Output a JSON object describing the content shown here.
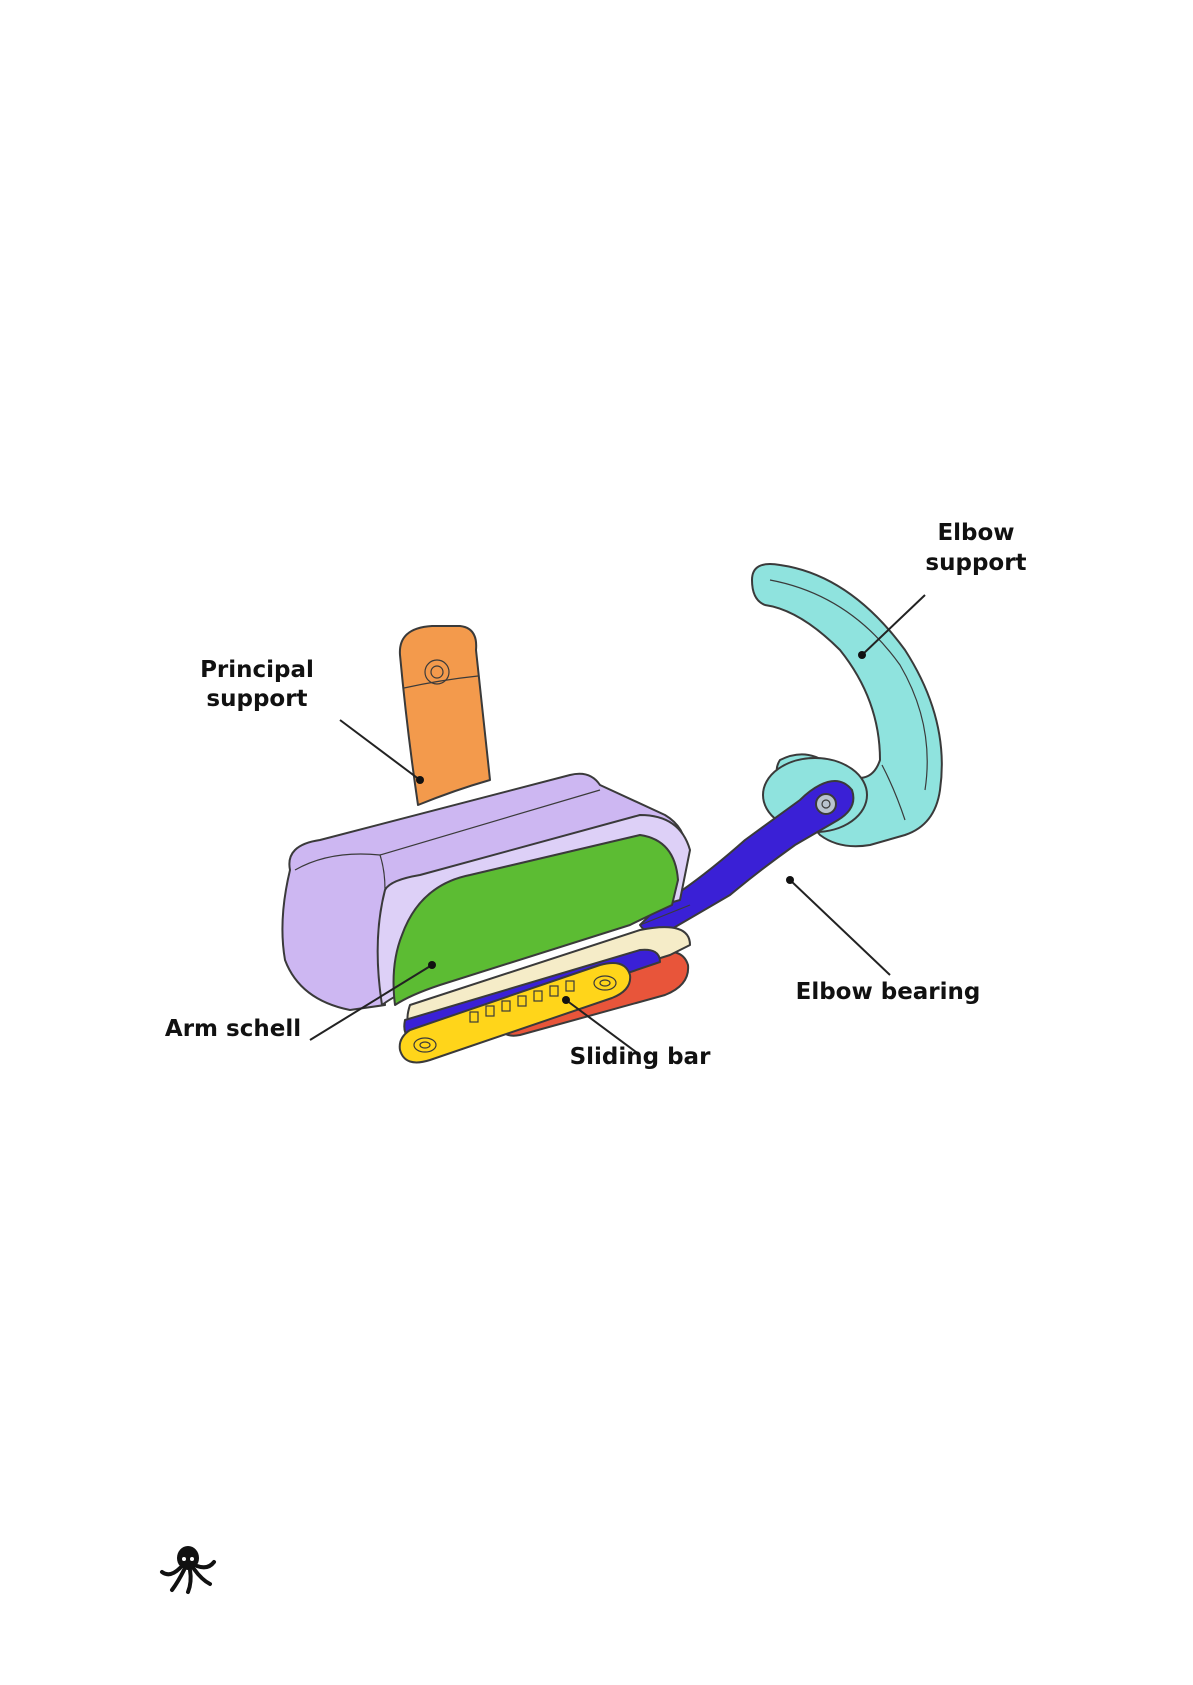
{
  "labels": {
    "elbow_support_line1": "Elbow",
    "elbow_support_line2": "support",
    "principal_support_line1": "Principal",
    "principal_support_line2": "support",
    "arm_shell": "Arm schell",
    "sliding_bar": "Sliding bar",
    "elbow_bearing": "Elbow bearing"
  },
  "colors": {
    "principal_support": "#f39a4c",
    "arm_shell_outer": "#cdb7f2",
    "arm_shell_inner": "#5cbc33",
    "elbow_support": "#8fe3de",
    "elbow_bearing": "#3a20d6",
    "sliding_bar": "#ffd51a",
    "sliding_base": "#e8553a"
  },
  "logo": {
    "icon": "octopus-logo-icon"
  }
}
